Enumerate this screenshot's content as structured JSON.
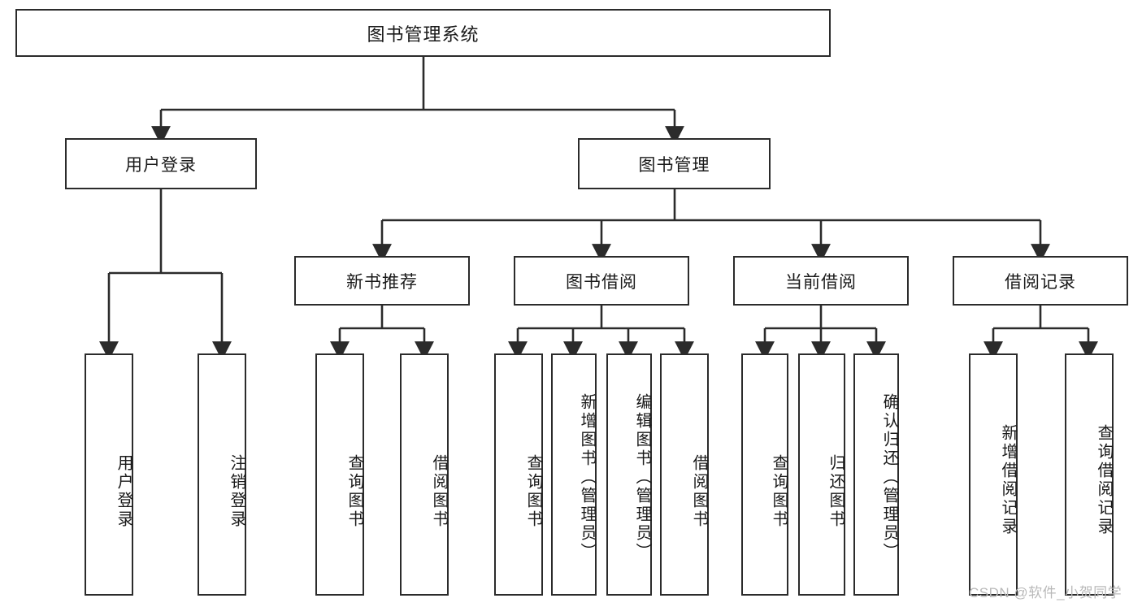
{
  "diagram": {
    "title": "图书管理系统",
    "type": "hierarchy-tree",
    "root": {
      "label": "图书管理系统"
    },
    "level2": [
      {
        "label": "用户登录"
      },
      {
        "label": "图书管理"
      }
    ],
    "level3": [
      {
        "label": "新书推荐"
      },
      {
        "label": "图书借阅"
      },
      {
        "label": "当前借阅"
      },
      {
        "label": "借阅记录"
      }
    ],
    "leaves": {
      "user_login": [
        {
          "label": "用户登录"
        },
        {
          "label": "注销登录"
        }
      ],
      "new_book_recommend": [
        {
          "label": "查询图书"
        },
        {
          "label": "借阅图书"
        }
      ],
      "book_borrow": [
        {
          "label": "查询图书"
        },
        {
          "label": "新增图书（管理员）"
        },
        {
          "label": "编辑图书（管理员）"
        },
        {
          "label": "借阅图书"
        }
      ],
      "current_borrow": [
        {
          "label": "查询图书"
        },
        {
          "label": "归还图书"
        },
        {
          "label": "确认归还（管理员）"
        }
      ],
      "borrow_record": [
        {
          "label": "新增借阅记录"
        },
        {
          "label": "查询借阅记录"
        }
      ]
    }
  },
  "watermark": {
    "text": "CSDN @软件_小贺同学"
  },
  "colors": {
    "stroke": "#2b2b2b",
    "background": "#ffffff",
    "text": "#1a1a1a",
    "watermark": "#b9b9b9"
  }
}
